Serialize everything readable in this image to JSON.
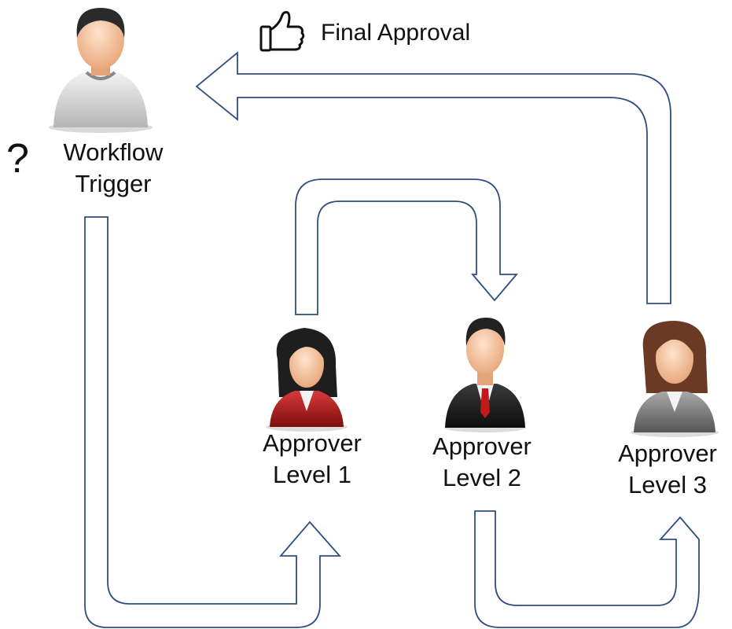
{
  "trigger": {
    "line1": "Workflow",
    "line2": "Trigger",
    "question_mark": "?"
  },
  "final_approval": {
    "label": "Final Approval",
    "icon": "thumbs-up-icon"
  },
  "approvers": [
    {
      "line1": "Approver",
      "line2": "Level 1",
      "avatar": "woman-red-suit",
      "color": "#b01c1c"
    },
    {
      "line1": "Approver",
      "line2": "Level 2",
      "avatar": "man-black-suit",
      "color": "#1b1b1b"
    },
    {
      "line1": "Approver",
      "line2": "Level 3",
      "avatar": "woman-grey-suit",
      "color": "#7a7a7a"
    }
  ],
  "colors": {
    "arrow_outline": "#2f4e80",
    "arrow_fill": "#ffffff"
  }
}
